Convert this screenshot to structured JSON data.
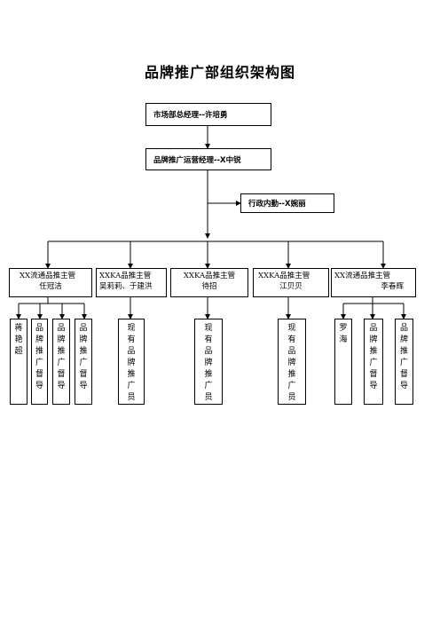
{
  "title": "品牌推广部组织架构图",
  "managers": {
    "general": "市场部总经理--许培勇",
    "operations": "品牌推广运营经理--X中锐",
    "admin": "行政内勤--X婉丽"
  },
  "supervisors": [
    {
      "line1": "XX流通品推主管",
      "line2": "任冠洁"
    },
    {
      "line1": "XXKA品推主管",
      "line2": "吴莉莉、于建洪"
    },
    {
      "line1": "XXKA品推主管",
      "line2": "待招"
    },
    {
      "line1": "XXKA品推主管",
      "line2": "江贝贝"
    },
    {
      "line1": "XX流通品推主管",
      "line2": "李春辉"
    }
  ],
  "staff": [
    "蒋艳超",
    "品牌推广督导",
    "品牌推广督导",
    "品牌推广督导",
    "现有品牌推广员",
    "现有品牌推广员",
    "现有品牌推广员",
    "罗海",
    "品牌推广督导",
    "品牌推广督导"
  ],
  "colors": {
    "line": "#000000",
    "background": "#ffffff"
  }
}
